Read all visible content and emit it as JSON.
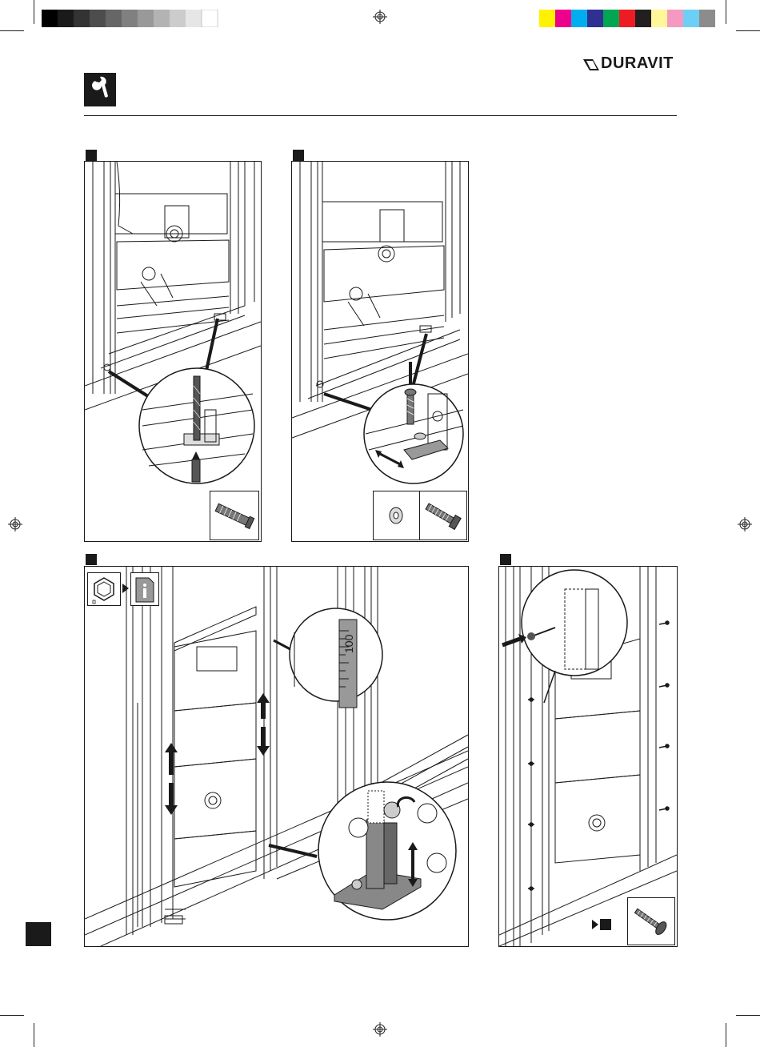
{
  "brand": {
    "name": "DURAVIT"
  },
  "header": {
    "icon": "wrench-icon"
  },
  "print_marks": {
    "grayscale": [
      "#000000",
      "#1a1a1a",
      "#333333",
      "#4d4d4d",
      "#666666",
      "#808080",
      "#999999",
      "#b3b3b3",
      "#cccccc",
      "#e6e6e6",
      "#ffffff"
    ],
    "colors": [
      "#fff200",
      "#ec008c",
      "#00aeef",
      "#2e3192",
      "#00a651",
      "#ed1c24",
      "#231f20",
      "#fff799",
      "#f49ac1",
      "#6dcff6",
      "#8c8c8c"
    ]
  },
  "panels": {
    "top_left": {
      "accessory": "wall-plug-icon"
    },
    "top_right": {
      "accessories": [
        "washer-icon",
        "bolt-icon"
      ]
    },
    "bottom_left": {
      "tool_icon": "hex-key-icon",
      "info_icon": "info-document-icon",
      "level_value": "100",
      "circle_labels": [
        "",
        "",
        ""
      ]
    },
    "bottom_right": {
      "accessory": "screw-icon"
    }
  },
  "footer": {
    "tab": "page-tab"
  }
}
